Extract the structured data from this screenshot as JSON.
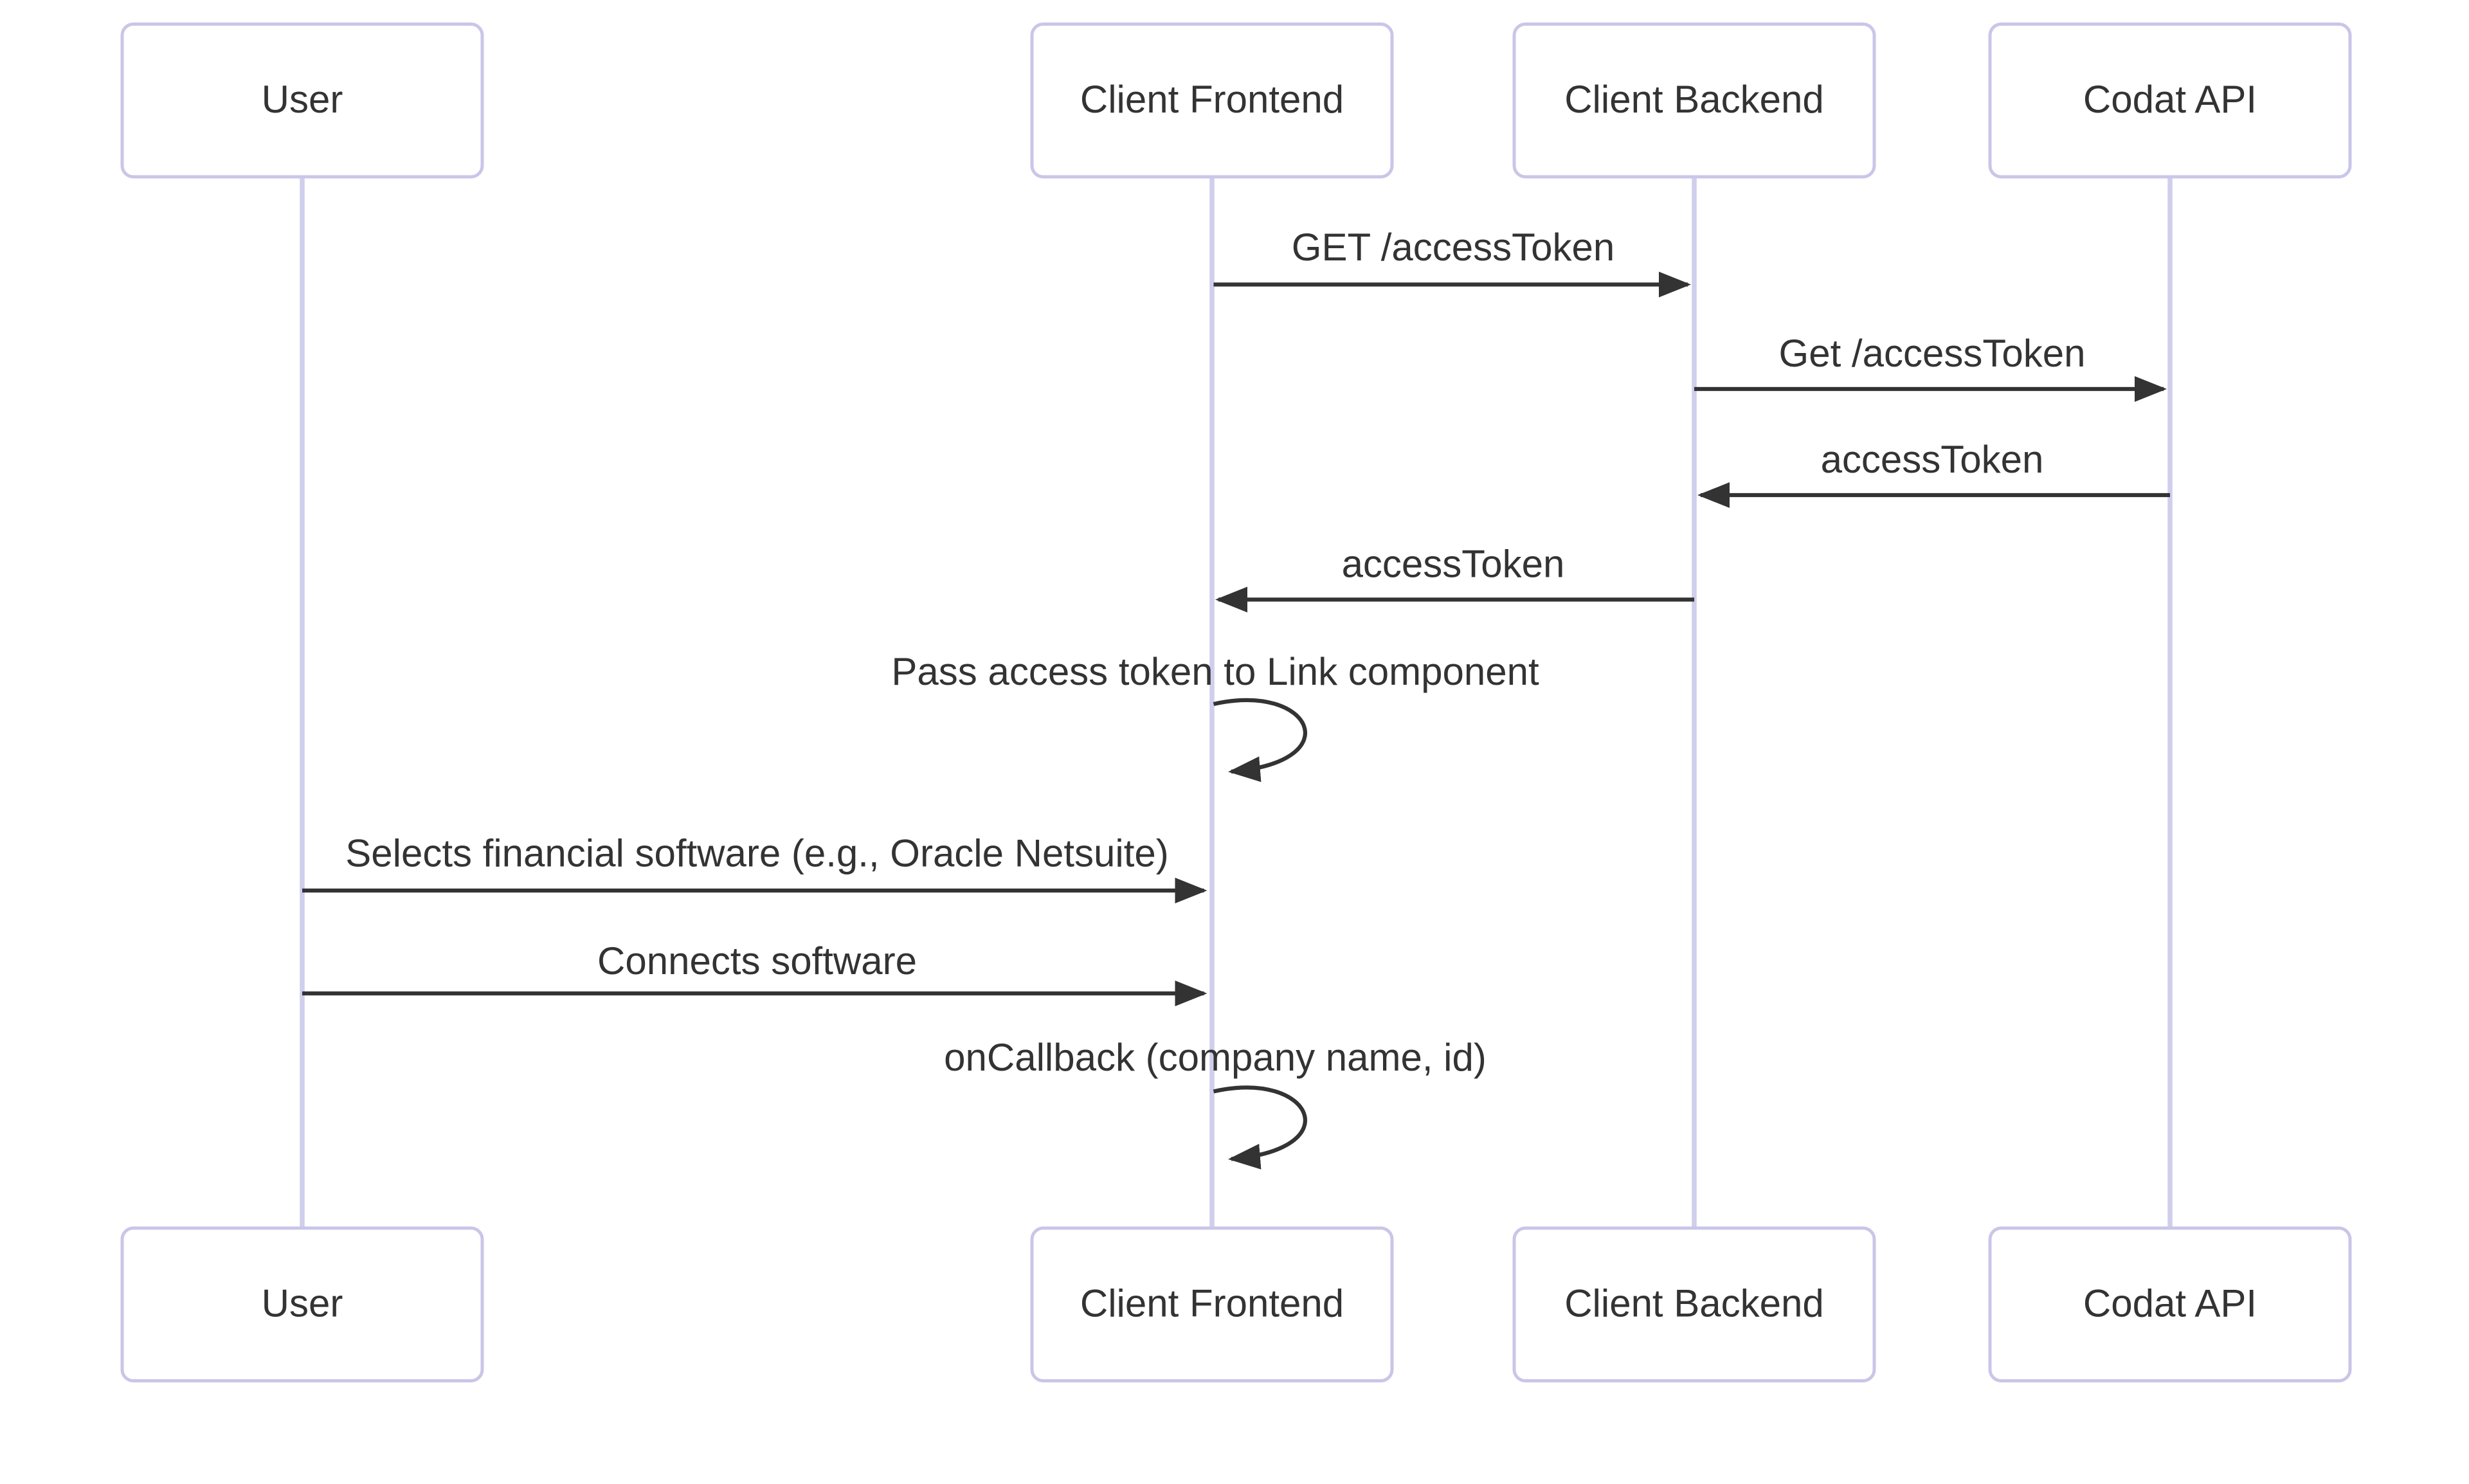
{
  "diagram": {
    "type": "sequence",
    "actors": [
      {
        "id": "user",
        "label": "User"
      },
      {
        "id": "client-frontend",
        "label": "Client Frontend"
      },
      {
        "id": "client-backend",
        "label": "Client Backend"
      },
      {
        "id": "codat-api",
        "label": "Codat API"
      }
    ],
    "messages": [
      {
        "from": "client-frontend",
        "to": "client-backend",
        "label": "GET /accessToken",
        "kind": "arrow"
      },
      {
        "from": "client-backend",
        "to": "codat-api",
        "label": "Get /accessToken",
        "kind": "arrow"
      },
      {
        "from": "codat-api",
        "to": "client-backend",
        "label": "accessToken",
        "kind": "arrow"
      },
      {
        "from": "client-backend",
        "to": "client-frontend",
        "label": "accessToken",
        "kind": "arrow"
      },
      {
        "from": "client-frontend",
        "to": "client-frontend",
        "label": "Pass access token to Link component",
        "kind": "self-loop"
      },
      {
        "from": "user",
        "to": "client-frontend",
        "label": "Selects financial software (e.g., Oracle Netsuite)",
        "kind": "arrow"
      },
      {
        "from": "user",
        "to": "client-frontend",
        "label": "Connects software",
        "kind": "arrow"
      },
      {
        "from": "client-frontend",
        "to": "client-frontend",
        "label": "onCallback (company name, id)",
        "kind": "self-loop"
      }
    ],
    "colors": {
      "background": "#FFFFFF",
      "actor_fill": "#FFFFFF",
      "actor_border": "#C9C6E8",
      "lifeline": "#CFCEEC",
      "arrow": "#333333",
      "text": "#333333"
    }
  }
}
